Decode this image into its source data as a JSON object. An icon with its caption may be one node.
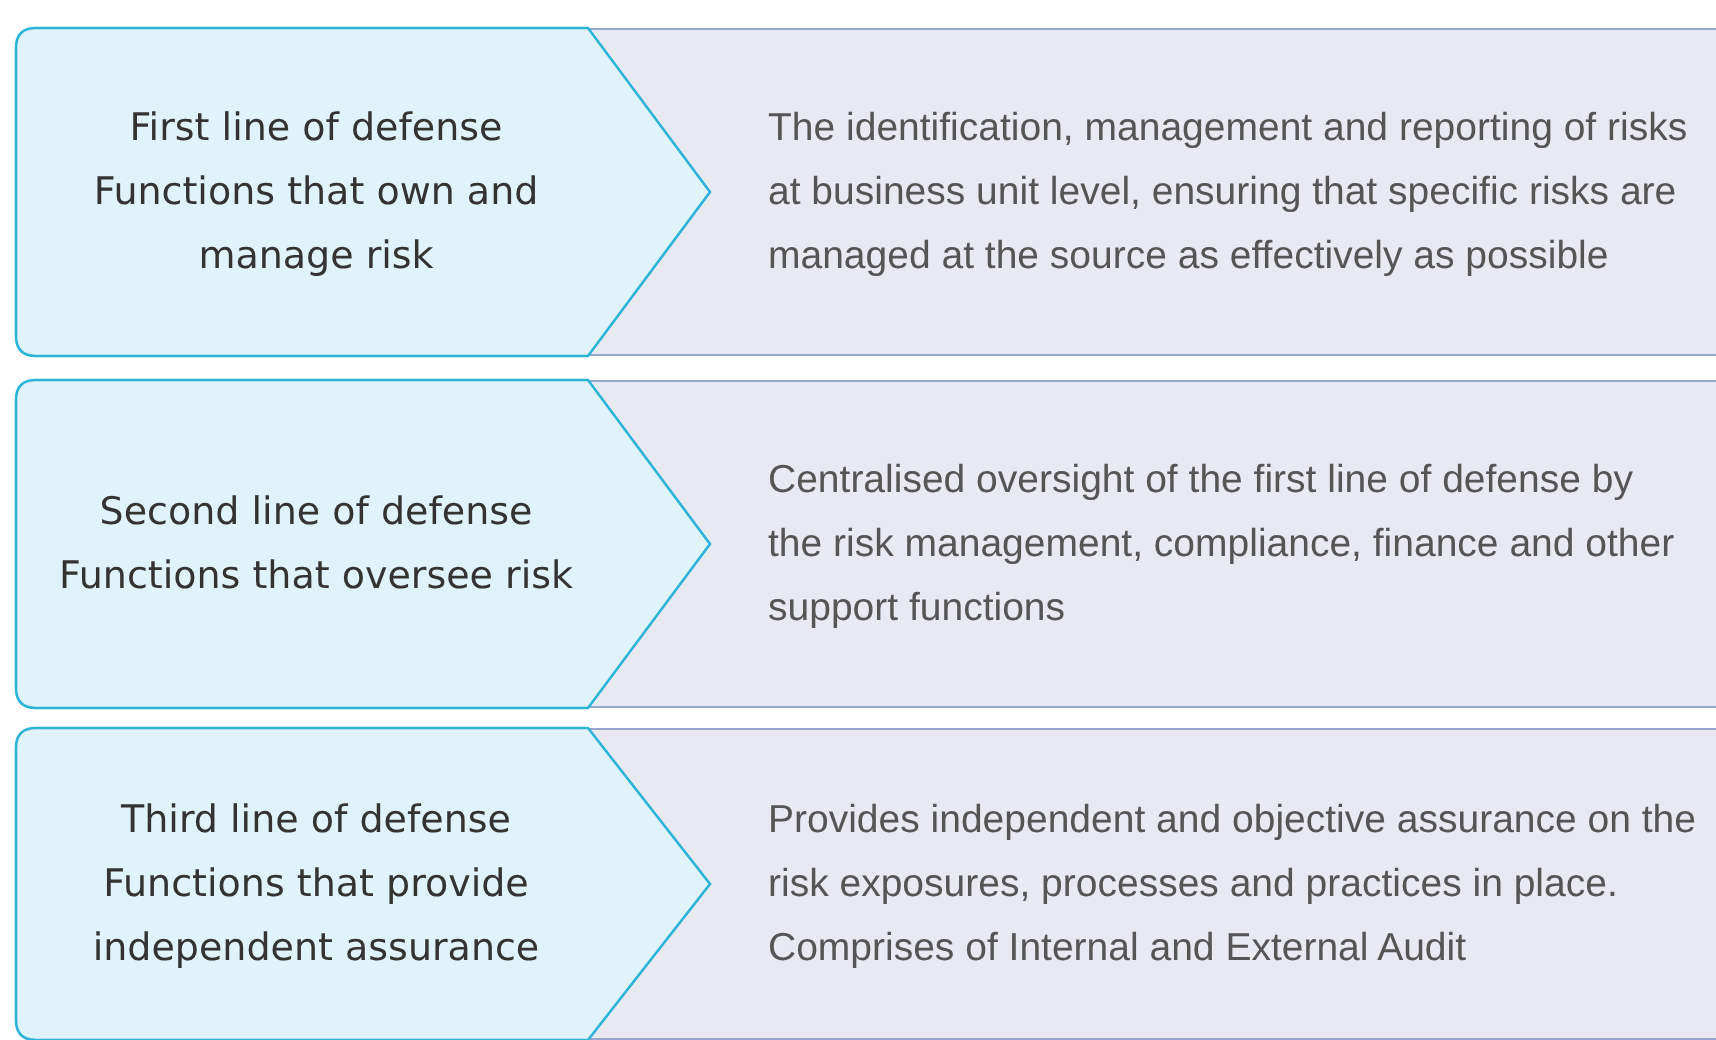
{
  "diagram": {
    "nodes": [
      {
        "text": [
          "First line of defense",
          "Functions that own and manage risk"
        ]
      },
      {
        "text": [
          "The identification, management and reporting of risks at business unit level, ensuring that specific risks are managed at the source as effectively as possible"
        ]
      },
      {
        "text": [
          "Second line of defense",
          "Functions that oversee risk"
        ]
      },
      {
        "text": [
          "Centralised oversight of the first line of defense by the risk management, compliance, finance and other support functions"
        ]
      },
      {
        "text": [
          "Third line of defense",
          "Functions that provide independent assurance"
        ]
      },
      {
        "text": [
          "Provides independent and objective assurance on the risk exposures, processes and practices in place. Comprises of Internal and External Audit"
        ]
      }
    ]
  }
}
